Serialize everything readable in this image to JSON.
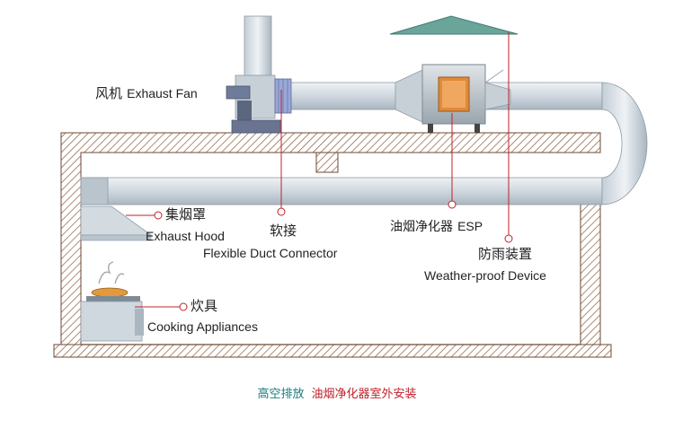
{
  "labels": {
    "exhaust_fan": {
      "cn": "风机",
      "en": "Exhaust Fan"
    },
    "exhaust_hood": {
      "cn": "集烟罩",
      "en": "Exhaust Hood"
    },
    "flexible_connector": {
      "cn": "软接",
      "en": "Flexible Duct Connector"
    },
    "esp": {
      "cn": "油烟净化器",
      "en": "ESP"
    },
    "weather_device": {
      "cn": "防雨装置",
      "en": "Weather-proof Device"
    },
    "cooking": {
      "cn": "炊具",
      "en": "Cooking Appliances"
    }
  },
  "caption": {
    "part1": "高空排放",
    "part2": "油烟净化器室外安装"
  },
  "colors": {
    "duct": "#d6dde3",
    "duct_shade": "#aab6c0",
    "wall_hatch": "#8a5a3a",
    "leader": "#c0202a",
    "esp_door": "#e08a3a",
    "roof_cap": "#6aa59a"
  }
}
